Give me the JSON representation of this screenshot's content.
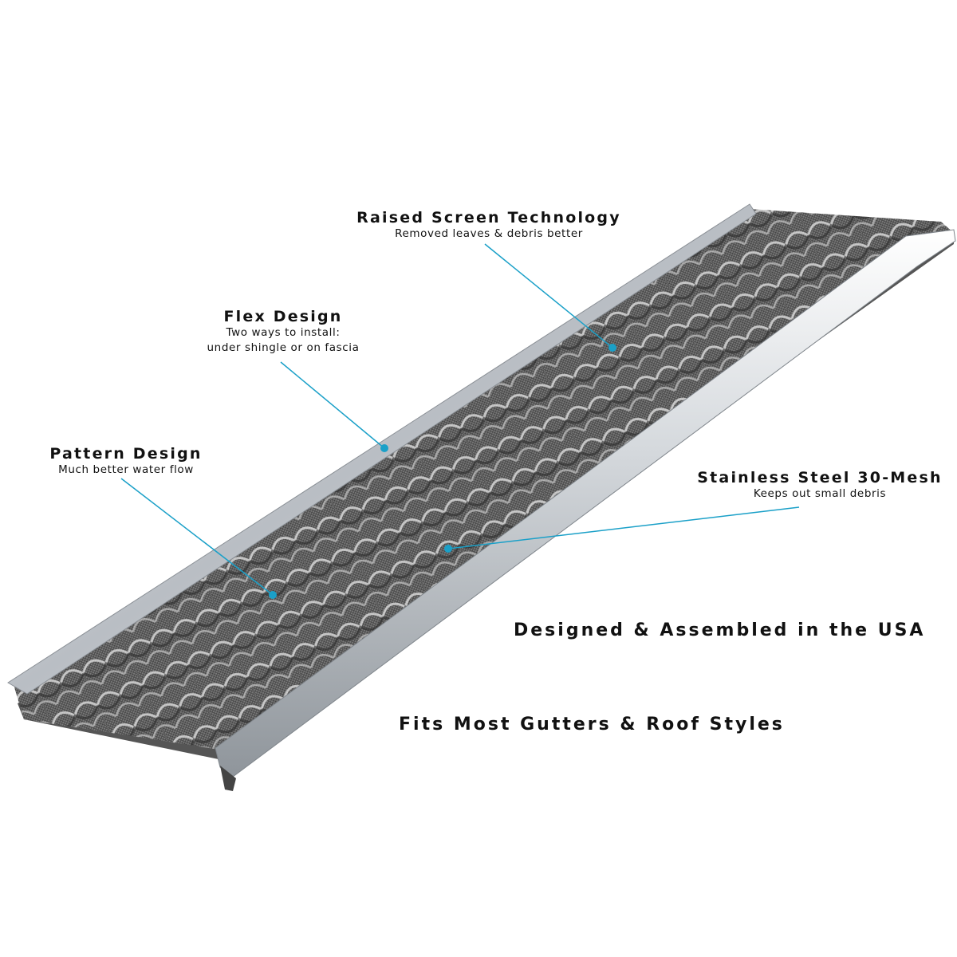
{
  "features": {
    "raised": {
      "title": "Raised Screen Technology",
      "subtitle": "Removed leaves & debris better"
    },
    "flex": {
      "title": "Flex Design",
      "subtitle": "Two ways to install:\nunder shingle or on fascia"
    },
    "pattern": {
      "title": "Pattern Design",
      "subtitle": "Much better water flow"
    },
    "mesh": {
      "title": "Stainless Steel 30-Mesh",
      "subtitle": "Keeps out small debris"
    }
  },
  "banners": {
    "made": "Designed & Assembled in the USA",
    "fits": "Fits Most Gutters & Roof Styles"
  },
  "colors": {
    "callout_line": "#1aa0c8",
    "callout_dot": "#1aa0c8",
    "mesh": "#6d6d6d",
    "frame": "#c9cdd1",
    "text": "#111111"
  }
}
